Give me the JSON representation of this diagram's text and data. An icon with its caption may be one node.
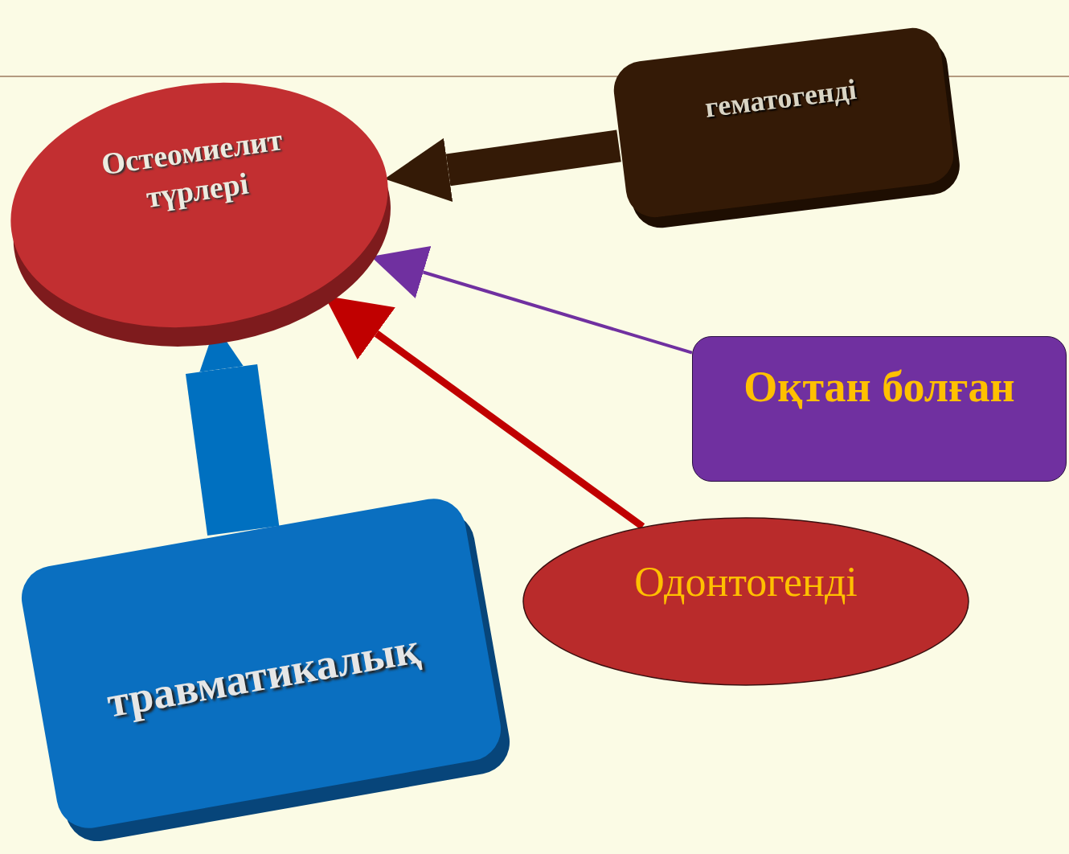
{
  "diagram": {
    "nodes": [
      {
        "text": [
          "Остеомиелит түрлері"
        ]
      },
      {
        "text": [
          "гематогенді"
        ]
      },
      {
        "text": [
          "Оқтан болған"
        ]
      },
      {
        "text": [
          "Одонтогенді"
        ]
      },
      {
        "text": [
          "травматикалық"
        ]
      }
    ],
    "edges": [
      {
        "from": 1,
        "to": 0,
        "arrow": "to",
        "style": "thick",
        "color": "#341a06"
      },
      {
        "from": 2,
        "to": 0,
        "arrow": "to",
        "color": "#7030a0"
      },
      {
        "from": 3,
        "to": 0,
        "arrow": "to",
        "color": "#c00000"
      },
      {
        "from": 4,
        "to": 0,
        "arrow": "to",
        "style": "thick",
        "color": "#0070c0"
      }
    ]
  }
}
